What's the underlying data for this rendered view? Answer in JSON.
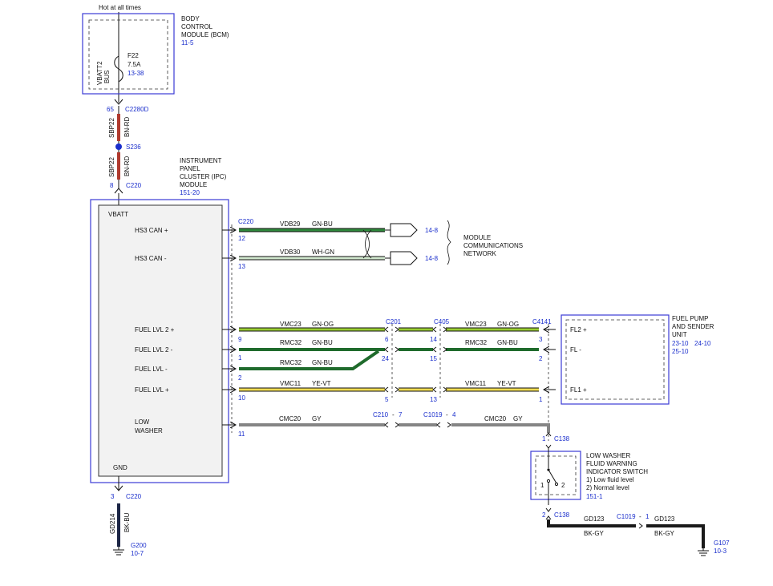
{
  "colors": {
    "module_border": "#3b3bd6",
    "ref_blue": "#1a2ecc",
    "wire_bnrd": "#b03a2e",
    "wire_bkbu": "#1c2545",
    "wire_gnbu": "#1f6b2c",
    "wire_gnog": "#7bb52a",
    "wire_whgn": "#9ec99a",
    "wire_yevt": "#e6d24a",
    "wire_gy": "#858585",
    "wire_bkgy": "#1a1a1a"
  },
  "top": {
    "hot_label": "Hot at all times"
  },
  "bcm": {
    "title": [
      "BODY",
      "CONTROL",
      "MODULE (BCM)"
    ],
    "ref": "11-5",
    "bus": [
      "VBATT2",
      "BUS"
    ],
    "fuse_name": "F22",
    "fuse_rating": "7.5A",
    "fuse_ref": "13-38"
  },
  "feed": {
    "pin_top": "65",
    "conn_top": "C2280D",
    "circuit": "SBP22",
    "color": "BN-RD",
    "splice": "S236",
    "pin_bottom": "8",
    "conn_bottom": "C220"
  },
  "ipc": {
    "title": [
      "INSTRUMENT",
      "PANEL",
      "CLUSTER (IPC)",
      "MODULE"
    ],
    "ref": "151-20",
    "vbatt": "VBATT",
    "gnd": "GND",
    "pins": [
      "HS3 CAN +",
      "HS3 CAN -",
      "FUEL LVL 2 +",
      "FUEL LVL 2 -",
      "FUEL LVL -",
      "FUEL LVL +"
    ],
    "low_washer": [
      "LOW",
      "WASHER"
    ],
    "connector": "C220"
  },
  "network": {
    "wires": [
      {
        "pin": "12",
        "circuit": "VDB29",
        "color": "GN-BU",
        "ref": "14-8"
      },
      {
        "pin": "13",
        "circuit": "VDB30",
        "color": "WH-GN",
        "ref": "14-8"
      }
    ],
    "label": [
      "MODULE",
      "COMMUNICATIONS",
      "NETWORK"
    ]
  },
  "fuel_wires": [
    {
      "pin": "9",
      "circuit": "VMC23",
      "color": "GN-OG",
      "c201_pin": "6",
      "c405_pin": "14",
      "circuit2": "VMC23",
      "color2": "GN-OG",
      "c4141_pin": "3"
    },
    {
      "pin": "1",
      "circuit": "RMC32",
      "color": "GN-BU",
      "c201_pin": "24",
      "c405_pin": "15",
      "circuit2": "RMC32",
      "color2": "GN-BU",
      "c4141_pin": "2"
    },
    {
      "pin": "2",
      "circuit": "RMC32",
      "color": "GN-BU"
    },
    {
      "pin": "10",
      "circuit": "VMC11",
      "color": "YE-VT",
      "c201_pin": "5",
      "c405_pin": "13",
      "circuit2": "VMC11",
      "color2": "YE-VT",
      "c4141_pin": "1"
    }
  ],
  "connectors": {
    "c201": "C201",
    "c405": "C405",
    "c4141": "C4141"
  },
  "fuel_pump": {
    "title": [
      "FUEL PUMP",
      "AND SENDER",
      "UNIT"
    ],
    "refs": [
      "23-10",
      "24-10",
      "25-10"
    ],
    "pins": [
      "FL2 +",
      "FL -",
      "FL1 +"
    ]
  },
  "washer_wire": {
    "pin": "11",
    "c210": "C210",
    "c210_pin": "7",
    "c1019": "C1019",
    "c1019_pin": "4",
    "circuit": "CMC20",
    "color": "GY",
    "circuit2": "CMC20",
    "color2": "GY",
    "c138": "C138",
    "c138_pin": "1"
  },
  "washer_switch": {
    "title": [
      "LOW WASHER",
      "FLUID WARNING",
      "INDICATOR SWITCH"
    ],
    "options": [
      "1) Low fluid level",
      "2) Normal level"
    ],
    "ref": "151-1",
    "pos1": "1",
    "pos2": "2"
  },
  "washer_ground": {
    "c138_pin": "2",
    "c138": "C138",
    "circuit": "GD123",
    "color": "BK-GY",
    "c1019": "C1019",
    "c1019_pin": "1",
    "circuit2": "GD123",
    "color2": "BK-GY",
    "ground": "G107",
    "ground_ref": "10-3"
  },
  "ipc_ground": {
    "pin": "3",
    "conn": "C220",
    "circuit": "GD214",
    "color": "BK-BU",
    "ground": "G200",
    "ground_ref": "10-7"
  }
}
